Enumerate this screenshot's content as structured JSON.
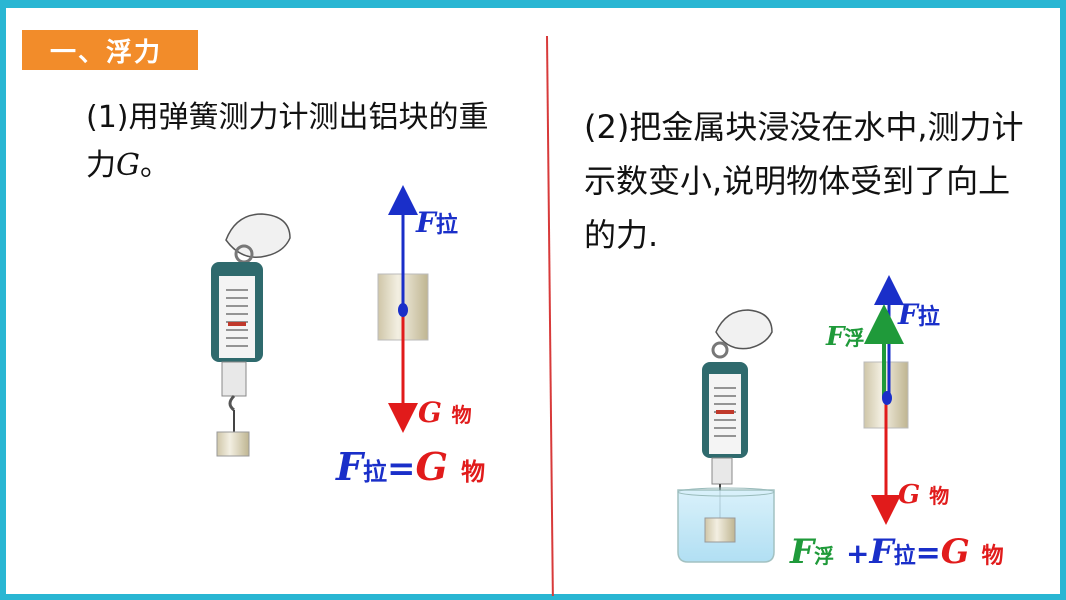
{
  "section": {
    "title": "一、浮力"
  },
  "left": {
    "text_part1": "(1)用弹簧测力计测出铝块的重力",
    "text_var": "G",
    "text_end": "。",
    "label_f": "F",
    "label_f_sub": "拉",
    "label_g": "G",
    "label_g_sub": "物",
    "eq_f": "F",
    "eq_f_sub": "拉",
    "eq_sign": "=",
    "eq_g": "G",
    "eq_g_sub": "物"
  },
  "right": {
    "text": "(2)把金属块浸没在水中,测力计示数变小,说明物体受到了向上的力.",
    "label_fpull": "F",
    "label_fpull_sub": "拉",
    "label_fbuoy": "F",
    "label_fbuoy_sub": "浮",
    "label_g": "G",
    "label_g_sub": "物",
    "eq_fbuoy": "F",
    "eq_fbuoy_sub": "浮",
    "eq_plus": "+",
    "eq_fpull": "F",
    "eq_fpull_sub": "拉",
    "eq_sign": "=",
    "eq_g": "G",
    "eq_g_sub": "物"
  },
  "colors": {
    "frame": "#29b6d3",
    "tag": "#f28c2a",
    "pull": "#1a2fc9",
    "gravity": "#e11b1b",
    "buoyancy": "#1f9a3a"
  }
}
